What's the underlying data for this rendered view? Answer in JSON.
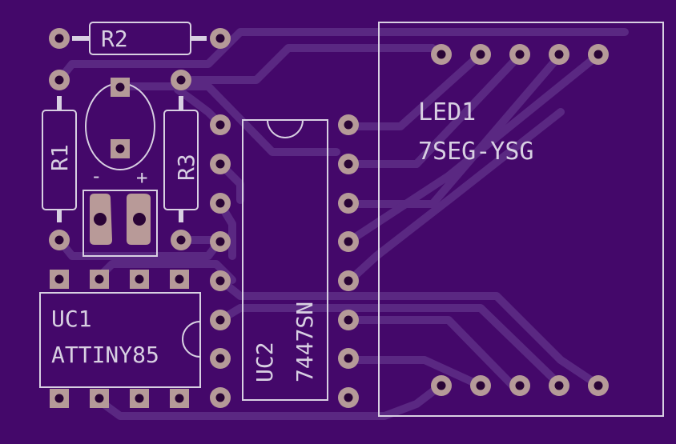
{
  "board": {
    "background": "#44086a",
    "trace_color": "#5c2a84",
    "silk_color": "#d8d0e2",
    "pad_ring_color": "#b59a98",
    "pad_hole_color": "#2a0436"
  },
  "components": {
    "r2": {
      "name": "R2"
    },
    "r1": {
      "name": "R1"
    },
    "r3": {
      "name": "R3"
    },
    "cap_minus": "-",
    "cap_plus": "+",
    "uc1": {
      "name": "UC1",
      "value": "ATTINY85"
    },
    "uc2": {
      "name": "UC2",
      "value": "7447SN"
    },
    "led1": {
      "name": "LED1",
      "value": "7SEG-YSG"
    }
  }
}
